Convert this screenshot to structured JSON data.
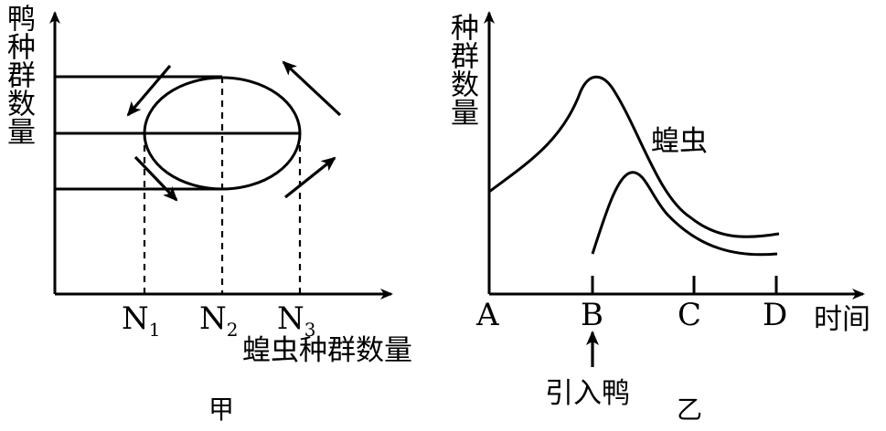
{
  "left": {
    "y_label": "鸭种群数量",
    "x_label": "蝗虫种群数量",
    "x_ticks": [
      {
        "main": "N",
        "sub": "1"
      },
      {
        "main": "N",
        "sub": "2"
      },
      {
        "main": "N",
        "sub": "3"
      }
    ],
    "caption": "甲"
  },
  "right": {
    "y_label": "种群数量",
    "x_label": "时间",
    "x_ticks": [
      "A",
      "B",
      "C",
      "D"
    ],
    "curve_label": "蝗虫",
    "annotation": "引入鸭",
    "caption": "乙"
  }
}
